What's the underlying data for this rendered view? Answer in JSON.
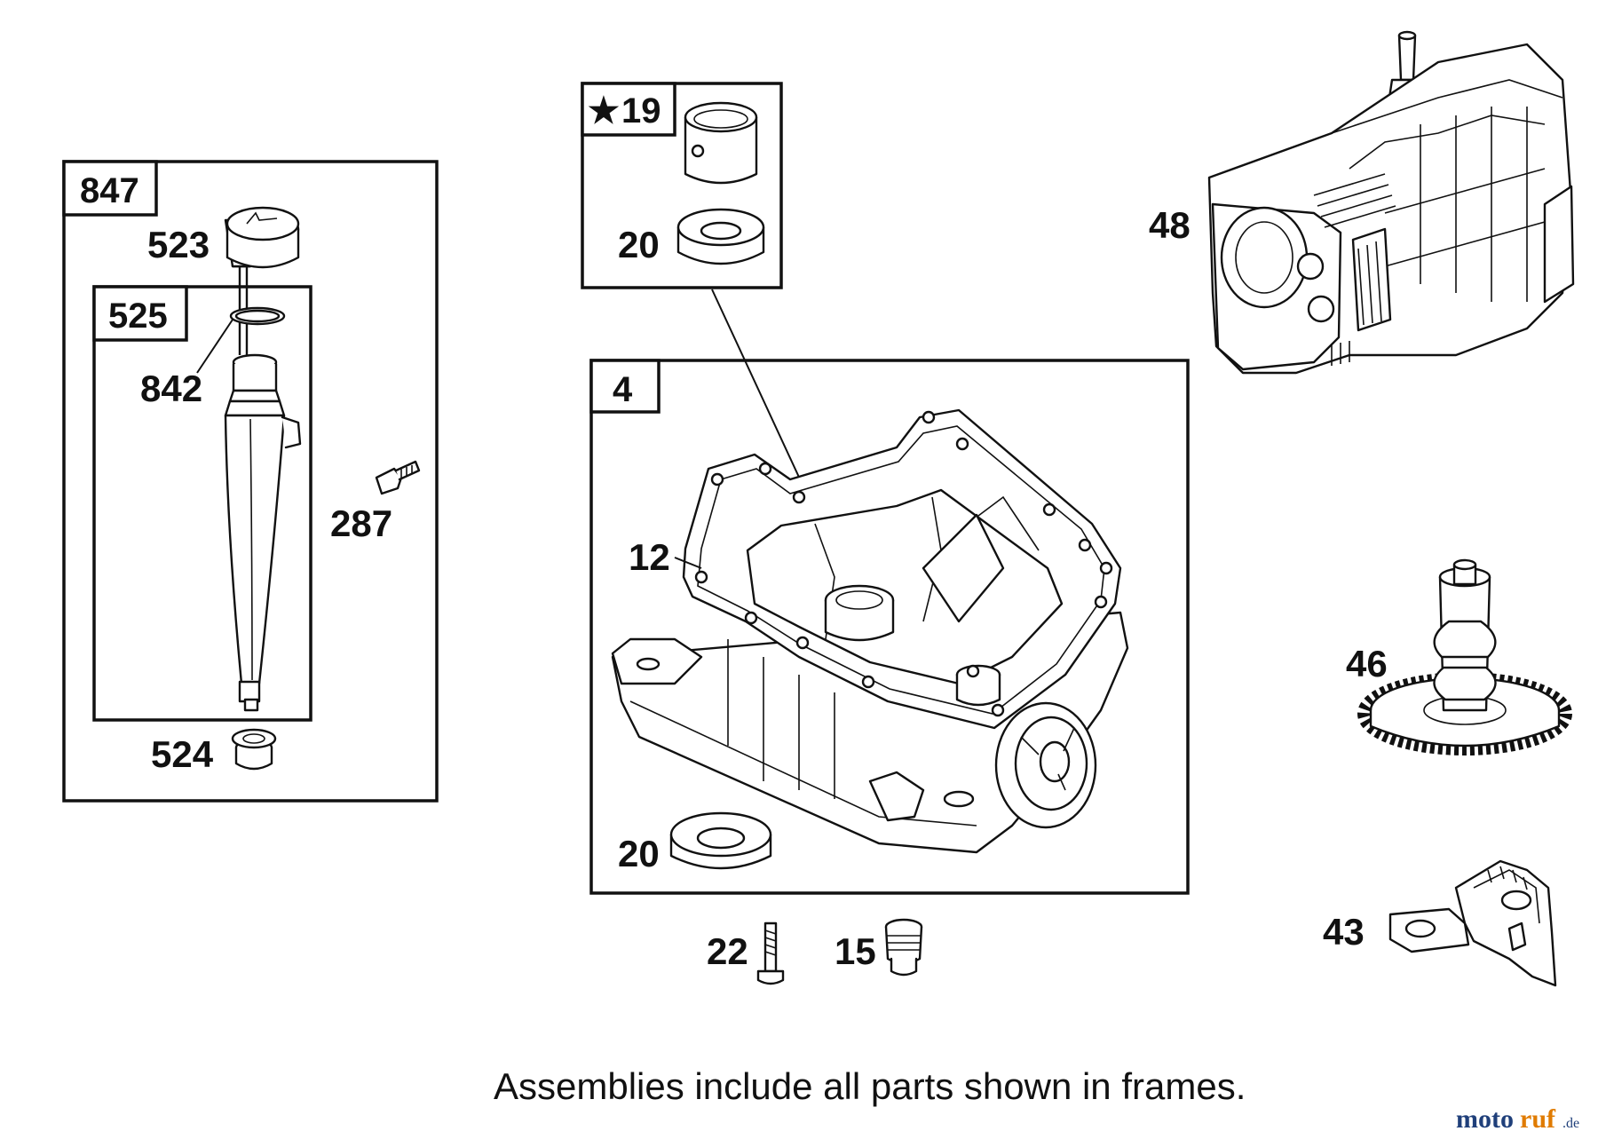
{
  "frames": {
    "f847": "847",
    "f525": "525",
    "f19_star": "★",
    "f19": "19",
    "f4": "4"
  },
  "labels": {
    "p523": "523",
    "p842": "842",
    "p524": "524",
    "p287": "287",
    "p20a": "20",
    "p12": "12",
    "p20b": "20",
    "p22": "22",
    "p15": "15",
    "p48": "48",
    "p46": "46",
    "p43": "43"
  },
  "note": "Assemblies include all parts shown in frames.",
  "watermark": {
    "brand": "moto",
    "brand2": "ruf",
    "suffix": ".de"
  }
}
